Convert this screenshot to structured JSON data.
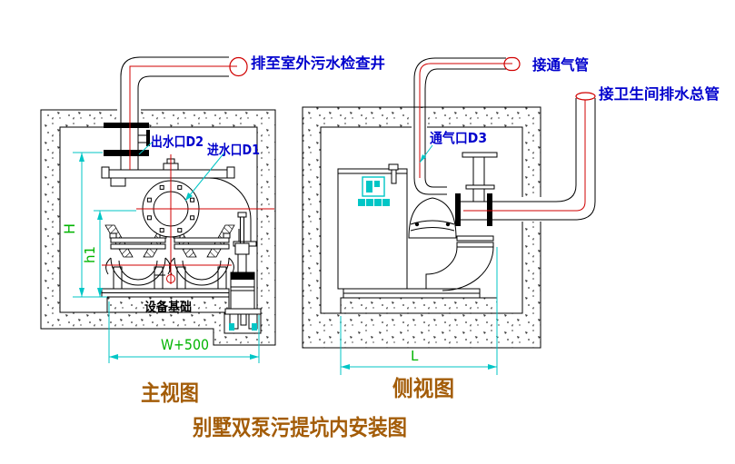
{
  "drawing": {
    "title": "别墅双泵污提坑内安装图",
    "front_view_caption": "主视图",
    "side_view_caption": "侧视图"
  },
  "callouts": {
    "to_outdoor_inspection_well": "排至室外污水检查井",
    "outlet_d2": "出水口D2",
    "inlet_d1": "进水口D1",
    "vent_port_d3": "通气口D3",
    "connect_vent_pipe": "接通气管",
    "connect_toilet_drain_main": "接卫生间排水总管",
    "equipment_foundation": "设备基础"
  },
  "dimensions": {
    "pit_height": "H",
    "pump_centre_height": "h1",
    "pit_width": "W+500",
    "pit_length": "L"
  },
  "colors": {
    "label_blue": "#0000cd",
    "dimension_cyan": "#00c6c6",
    "dimension_green": "#00b400",
    "centerline_red": "#d00000",
    "caption_brown": "#a35c08",
    "line_black": "#000000"
  }
}
